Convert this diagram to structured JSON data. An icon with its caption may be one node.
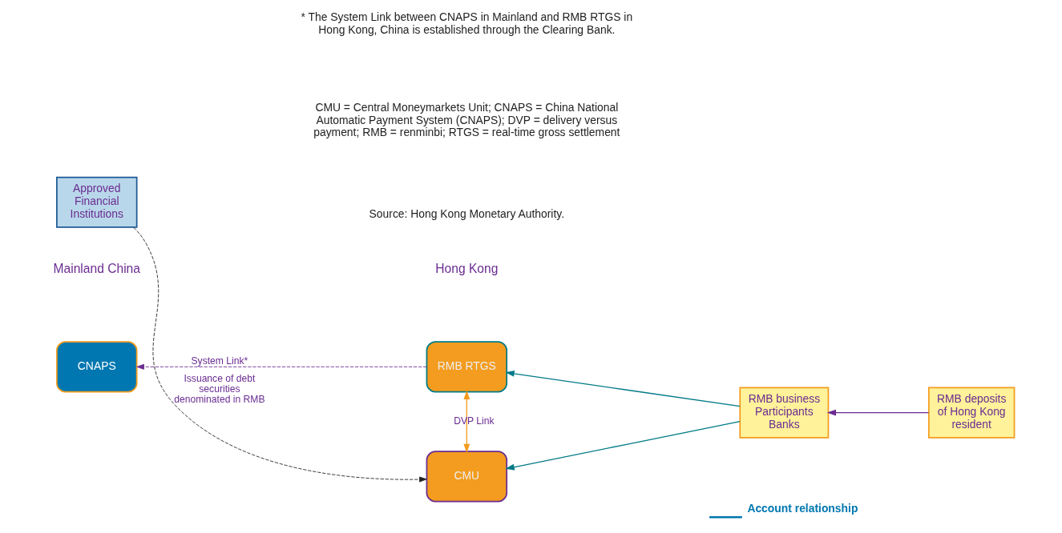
{
  "diagram": {
    "nodes": [
      {
        "text": [
          "CNAPS"
        ]
      },
      {
        "text": [
          "RMB RTGS"
        ]
      },
      {
        "text": [
          "Approved Financial Institutions"
        ]
      },
      {
        "text": [
          "CMU"
        ]
      },
      {
        "text": [
          "RMB business Participants Banks"
        ]
      },
      {
        "text": [
          "RMB deposits of Hong Kong resident"
        ]
      }
    ],
    "edges": [
      {
        "from": 1,
        "to": 0,
        "arrow": "to",
        "label": "System Link*",
        "style": "dashed",
        "color": "#6a2c91"
      },
      {
        "from": 1,
        "to": 3,
        "arrow": "both",
        "label": "DVP Link",
        "color": "#f39c1f"
      },
      {
        "from": 2,
        "to": 3,
        "arrow": "to",
        "label": "Issuance of debt securities denominated in RMB",
        "style": "dashed",
        "color": "#222222"
      },
      {
        "from": 4,
        "to": 1,
        "arrow": "to",
        "color": "#007a87"
      },
      {
        "from": 4,
        "to": 3,
        "arrow": "to",
        "color": "#007a87"
      },
      {
        "from": 5,
        "to": 4,
        "arrow": "to",
        "color": "#6a2c91"
      }
    ],
    "labels": [
      "Mainland China",
      "Hong Kong",
      "* The System Link between CNAPS in Mainland and RMB RTGS in Hong Kong, China is established through the Clearing Bank.",
      "CMU = Central Moneymarkets Unit; CNAPS = China National Automatic Payment System (CNAPS); DVP = delivery versus payment; RMB = renminbi; RTGS = real-time gross settlement",
      "Source: Hong Kong Monetary Authority."
    ],
    "legend": [
      {
        "text": "Account relationship"
      }
    ]
  }
}
